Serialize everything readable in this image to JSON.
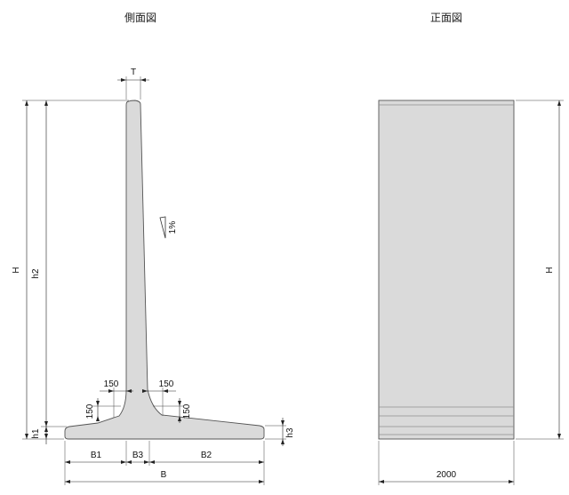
{
  "views": {
    "side": {
      "title": "側面図"
    },
    "front": {
      "title": "正面図"
    }
  },
  "dimensions": {
    "T": "T",
    "H": "H",
    "h1": "h1",
    "h2": "h2",
    "h3": "h3",
    "B": "B",
    "B1": "B1",
    "B2": "B2",
    "B3": "B3",
    "haunch_left_w": "150",
    "haunch_right_w": "150",
    "haunch_left_h": "150",
    "haunch_right_h": "150",
    "batter": "1%",
    "front_width": "2000",
    "front_H": "H"
  }
}
